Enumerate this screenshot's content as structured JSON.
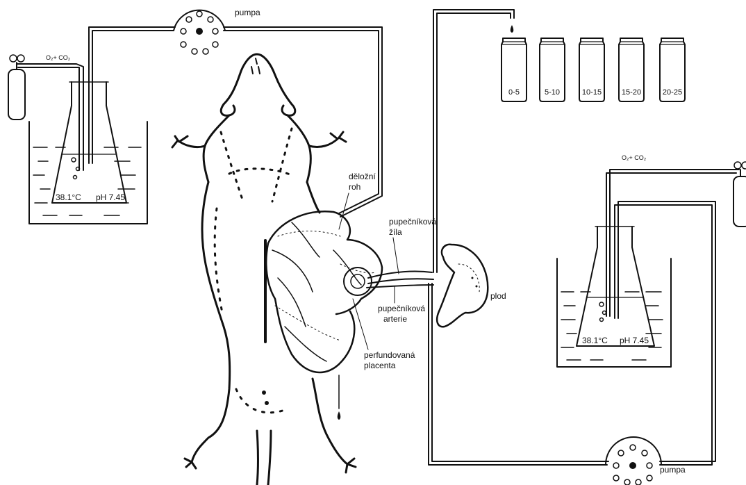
{
  "labels": {
    "pump_top": "pumpa",
    "pump_bottom": "pumpa",
    "gas_left": "O₂+ CO₂",
    "gas_right": "O₂+ CO₂",
    "temp_left": "38.1°C",
    "ph_left": "pH 7.45",
    "temp_right": "38.1°C",
    "ph_right": "pH 7.45",
    "uterine_horn_1": "děložní",
    "uterine_horn_2": "roh",
    "umbilical_vein_1": "pupečníková",
    "umbilical_vein_2": "žíla",
    "umbilical_artery_1": "pupečníková",
    "umbilical_artery_2": "arterie",
    "perfused_placenta_1": "perfundovaná",
    "perfused_placenta_2": "placenta",
    "fetus": "plod"
  },
  "fractions": [
    "0-5",
    "5-10",
    "10-15",
    "15-20",
    "20-25"
  ]
}
